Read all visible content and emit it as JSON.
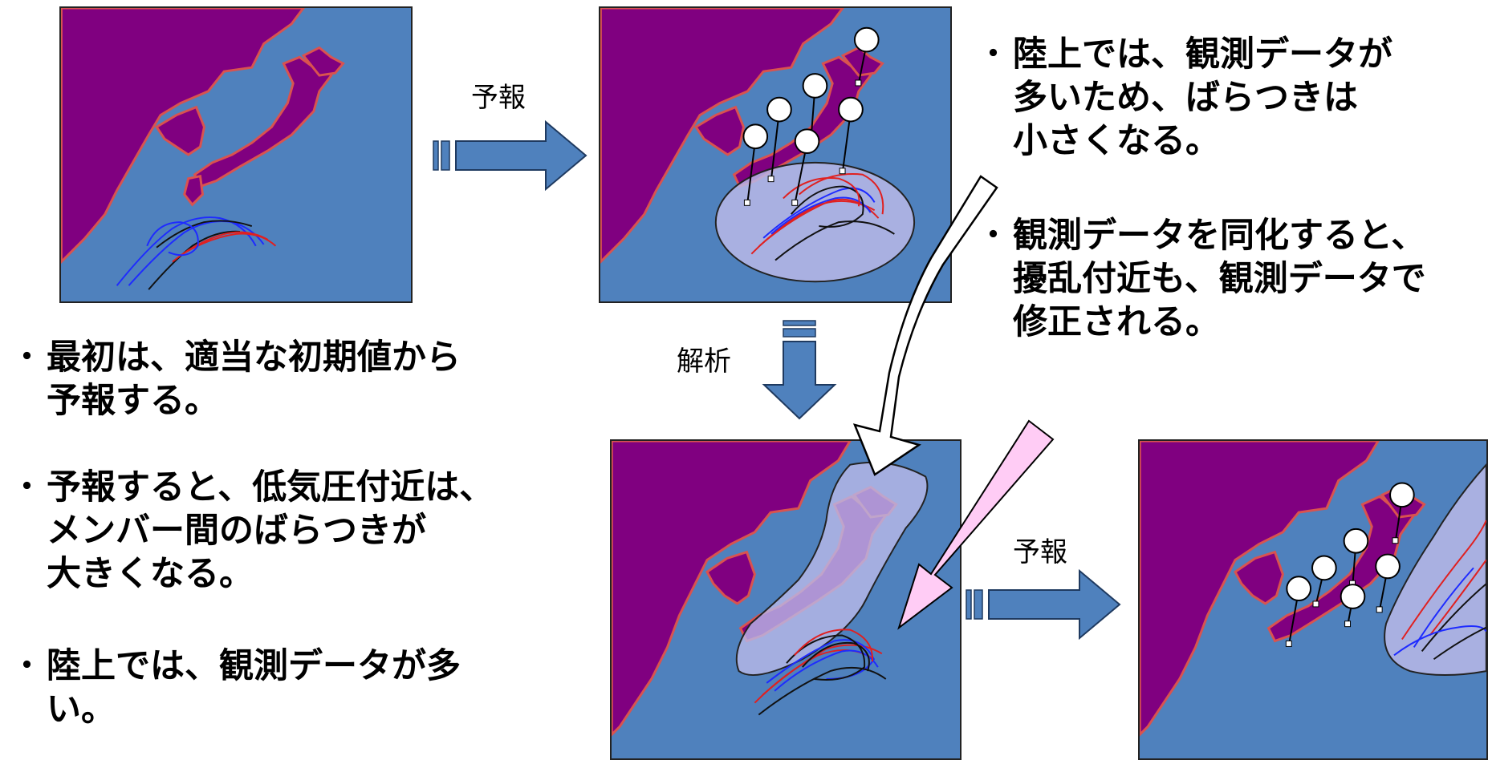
{
  "labels": {
    "forecast_1": "予報",
    "analysis": "解析",
    "forecast_2": "予報"
  },
  "bullets_left": [
    {
      "lines": [
        "最初は、適当な初期値から",
        "予報する。"
      ]
    },
    {
      "lines": [
        "予報すると、低気圧付近は、",
        "メンバー間のばらつきが",
        "大きくなる。"
      ]
    },
    {
      "lines": [
        "陸上では、観測データが多",
        "い。"
      ]
    }
  ],
  "bullets_right": [
    {
      "lines": [
        "陸上では、観測データが",
        "多いため、ばらつきは",
        "小さくなる。"
      ]
    },
    {
      "lines": [
        "観測データを同化すると、",
        "擾乱付近も、観測データで",
        "修正される。"
      ]
    }
  ],
  "bullet_marker": "・",
  "colors": {
    "ocean": "#4f81bd",
    "land": "#800080",
    "coast": "#d9534f",
    "member_red": "#e02020",
    "member_blue": "#1e2bff",
    "member_black": "#111111",
    "spread_fill": "#b9b9e8",
    "arrow_blue": "#4f81bd",
    "arrow_pink": "#ffccf5"
  }
}
